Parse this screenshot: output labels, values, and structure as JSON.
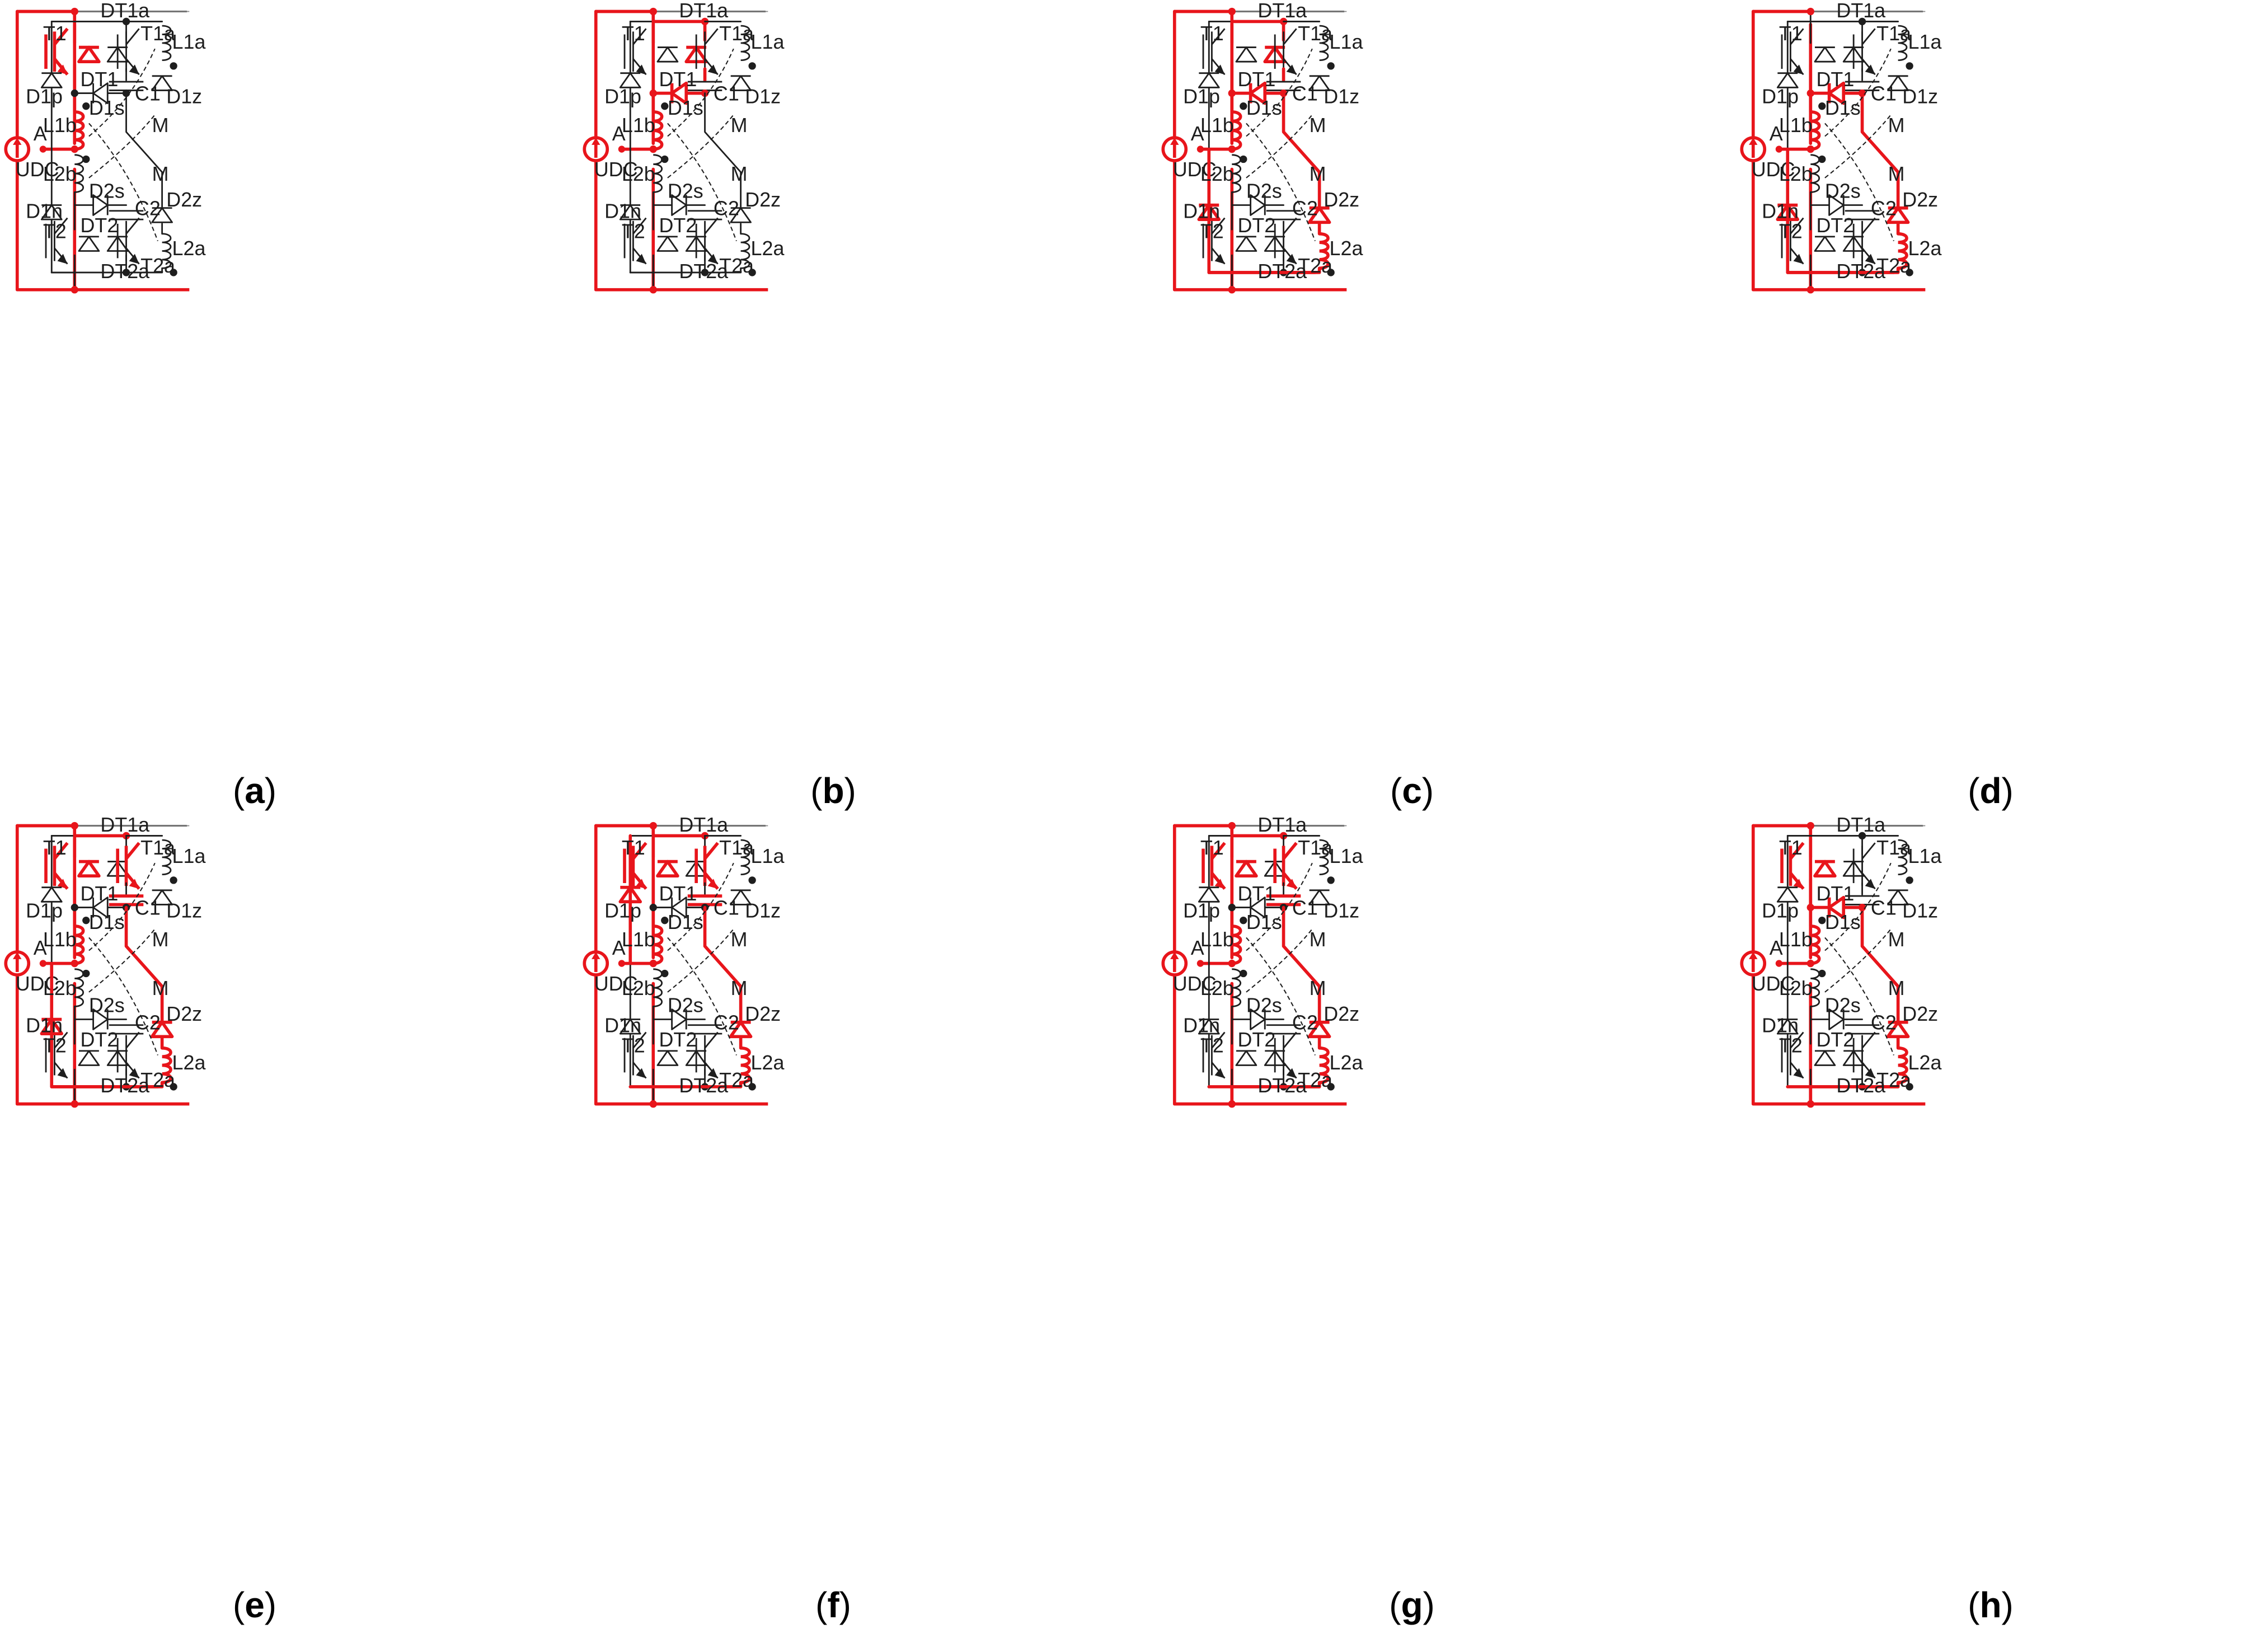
{
  "colors": {
    "active": "#e8151b",
    "idle": "#1e1e1e",
    "guide": "#8a8a8a"
  },
  "labels": {
    "T1": "T1",
    "DT1": "DT1",
    "D1p": "D1p",
    "D1s": "D1s",
    "L1b": "L1b",
    "DT1a": "DT1a",
    "T1a": "T1a",
    "L1a": "L1a",
    "C1": "C1",
    "D1z": "D1z",
    "A": "A",
    "UDC": "UDC",
    "M": "M",
    "L2b": "L2b",
    "D1n": "D1n",
    "D2s": "D2s",
    "C2": "C2",
    "D2z": "D2z",
    "T2": "T2",
    "DT2": "DT2",
    "DT2a": "DT2a",
    "T2a": "T2a",
    "L2a": "L2a"
  },
  "panels": [
    {
      "caption_letter": "a",
      "active": [
        "src",
        "T1",
        "w_top_T1",
        "w_t1_d1s",
        "w_A",
        "L1b_coil"
      ]
    },
    {
      "caption_letter": "b",
      "active": [
        "src",
        "w_top_T1",
        "w_top_ct",
        "w_t1_d1s",
        "w_A",
        "L1b_coil",
        "D1s",
        "w_d1s_c1",
        "DT1a",
        "w_ct_dt1a",
        "w_dt1a_c1"
      ]
    },
    {
      "caption_letter": "c",
      "active": [
        "src",
        "w_top_T1",
        "w_top_ct",
        "w_t1_d1s",
        "w_A",
        "L1b_coil",
        "D1s",
        "w_d1s_c1",
        "DT1a",
        "w_ct_dt1a",
        "w_dt1a_c1",
        "w_c1_mid",
        "M_pathA",
        "D2z",
        "w_d2z_l2a",
        "L2a_coil",
        "w_bot_a",
        "D1n",
        "w_d1n_loop",
        "w_A_left"
      ]
    },
    {
      "caption_letter": "d",
      "active": [
        "src",
        "w_t1_d1s",
        "w_A",
        "L1b_coil",
        "D1s",
        "w_d1s_c1",
        "w_c1_mid",
        "M_pathA",
        "D2z",
        "w_d2z_l2a",
        "L2a_coil",
        "w_bot_a",
        "D1n",
        "w_d1n_loop",
        "w_A_left"
      ]
    },
    {
      "caption_letter": "e",
      "active": [
        "src",
        "T1",
        "w_top_T1",
        "w_top_ct",
        "w_t1_d1s",
        "w_A",
        "L1b_coil",
        "T1a",
        "w_ct_t1a",
        "C1",
        "w_c1_mid",
        "M_pathA",
        "D2z",
        "w_d2z_l2a",
        "L2a_coil",
        "w_bot_a",
        "D1n",
        "w_d1n_loop",
        "w_A_left"
      ]
    },
    {
      "caption_letter": "f",
      "active": [
        "src",
        "T1",
        "w_top_T1",
        "w_top_ct",
        "w_t1_d1s",
        "w_A",
        "L1b_coil",
        "T1a",
        "w_ct_t1a",
        "C1",
        "w_c1_mid",
        "M_pathA",
        "D2z",
        "w_d2z_l2a",
        "L2a_coil",
        "w_bot_a",
        "D1p",
        "w_d1p_loop",
        "w_A_left2"
      ]
    },
    {
      "caption_letter": "g",
      "active": [
        "src",
        "T1",
        "w_top_T1",
        "w_top_ct",
        "w_t1_d1s",
        "w_A",
        "L1b_coil",
        "T1a",
        "w_ct_t1a",
        "C1",
        "w_c1_mid",
        "M_pathA",
        "D2z",
        "w_d2z_l2a",
        "L2a_coil",
        "w_bot_b"
      ]
    },
    {
      "caption_letter": "h",
      "active": [
        "src",
        "T1",
        "w_top_T1",
        "w_t1_d1s",
        "w_A",
        "L1b_coil",
        "D1s",
        "w_d1s_c1",
        "w_c1_mid",
        "M_pathA",
        "D2z",
        "w_d2z_l2a",
        "L2a_coil",
        "w_bot_b"
      ]
    }
  ]
}
